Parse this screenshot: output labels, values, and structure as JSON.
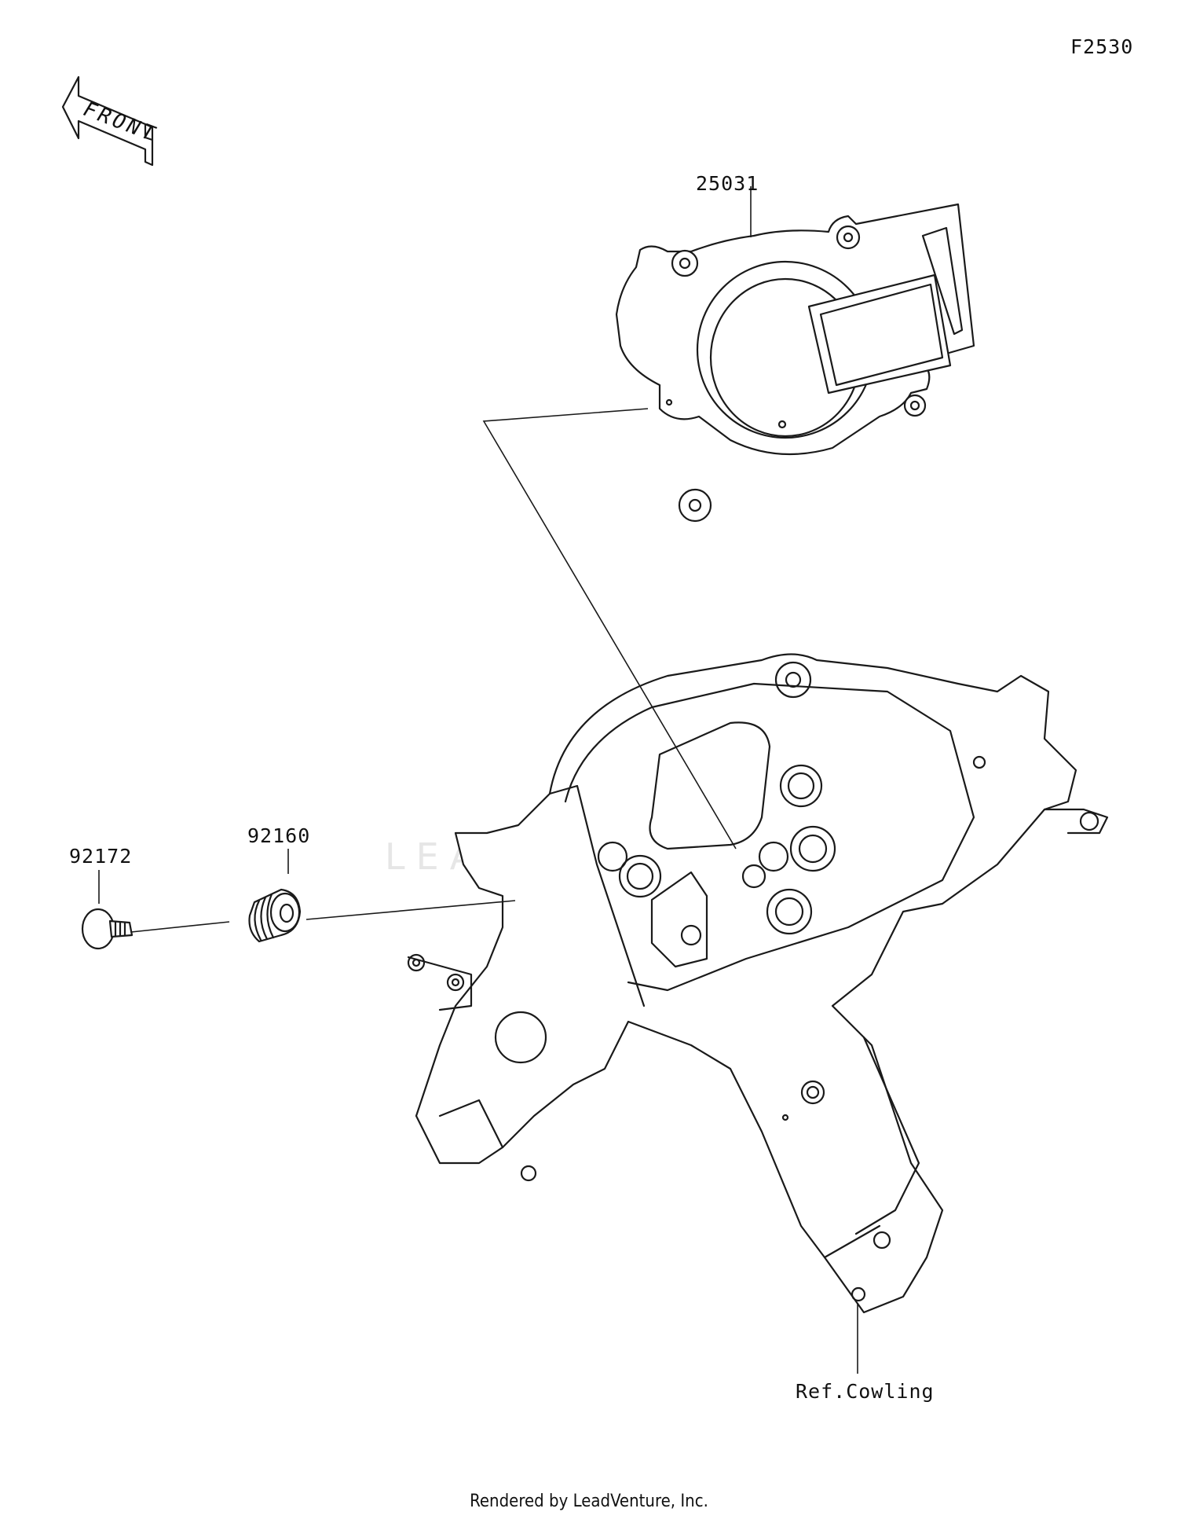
{
  "diagram_code": "F2530",
  "front_arrow_label": "FRONT",
  "parts": {
    "meter_assy": "25031",
    "grommet": "92160",
    "screw": "92172"
  },
  "reference_label": "Ref.Cowling",
  "watermark": "LEADVENTURE",
  "footer": "Rendered by LeadVenture, Inc."
}
